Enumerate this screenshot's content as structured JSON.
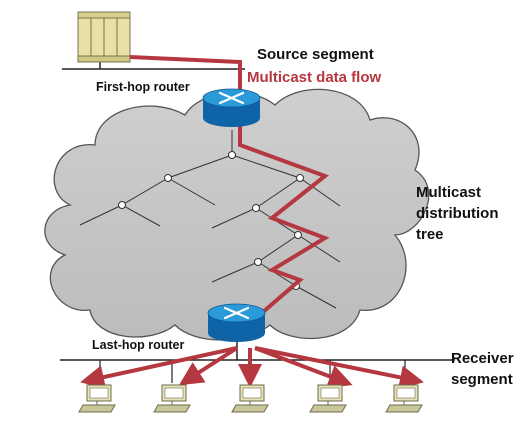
{
  "labels": {
    "source_segment": "Source segment",
    "first_hop_router": "First-hop router",
    "multicast_data_flow": "Multicast data flow",
    "distribution_tree": [
      "Multicast",
      "distribution",
      "tree"
    ],
    "last_hop_router": "Last-hop router",
    "receiver_segment": [
      "Receiver",
      "segment"
    ]
  },
  "nodes": {
    "source": "server",
    "first_hop": "router",
    "last_hop": "router",
    "receivers": [
      "workstation",
      "workstation",
      "workstation",
      "workstation",
      "workstation"
    ]
  },
  "colors": {
    "flow": "#b5373f",
    "router": "#1e88c8",
    "cloud": "#c8c8c8",
    "server": "#e8e0a6",
    "workstation": "#c9c79a"
  }
}
